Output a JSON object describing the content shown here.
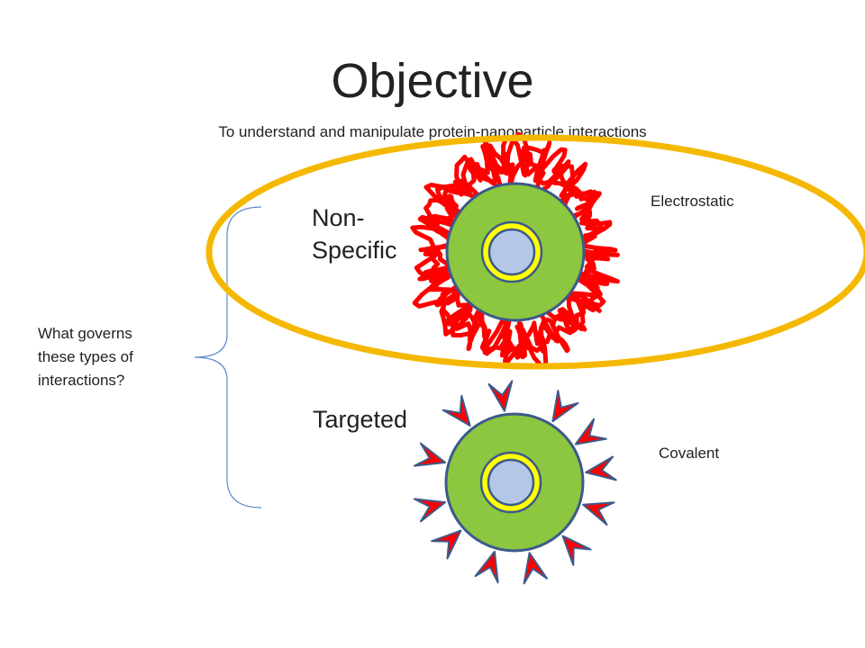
{
  "slide": {
    "title": "Objective",
    "subtitle": "To understand and manipulate protein-nanoparticle interactions"
  },
  "labels": {
    "non_specific": "Non-Specific",
    "targeted": "Targeted",
    "electrostatic": "Electrostatic",
    "covalent": "Covalent",
    "question": "What governs these types of interactions?"
  },
  "colors": {
    "highlight_ellipse": "#f5b800",
    "shell": "#8dc63f",
    "shell_border": "#3c5a8a",
    "core": "#b4c7e7",
    "core_ring": "#ffff00",
    "protein": "#ff0000",
    "bracket": "#5b8ac8"
  }
}
